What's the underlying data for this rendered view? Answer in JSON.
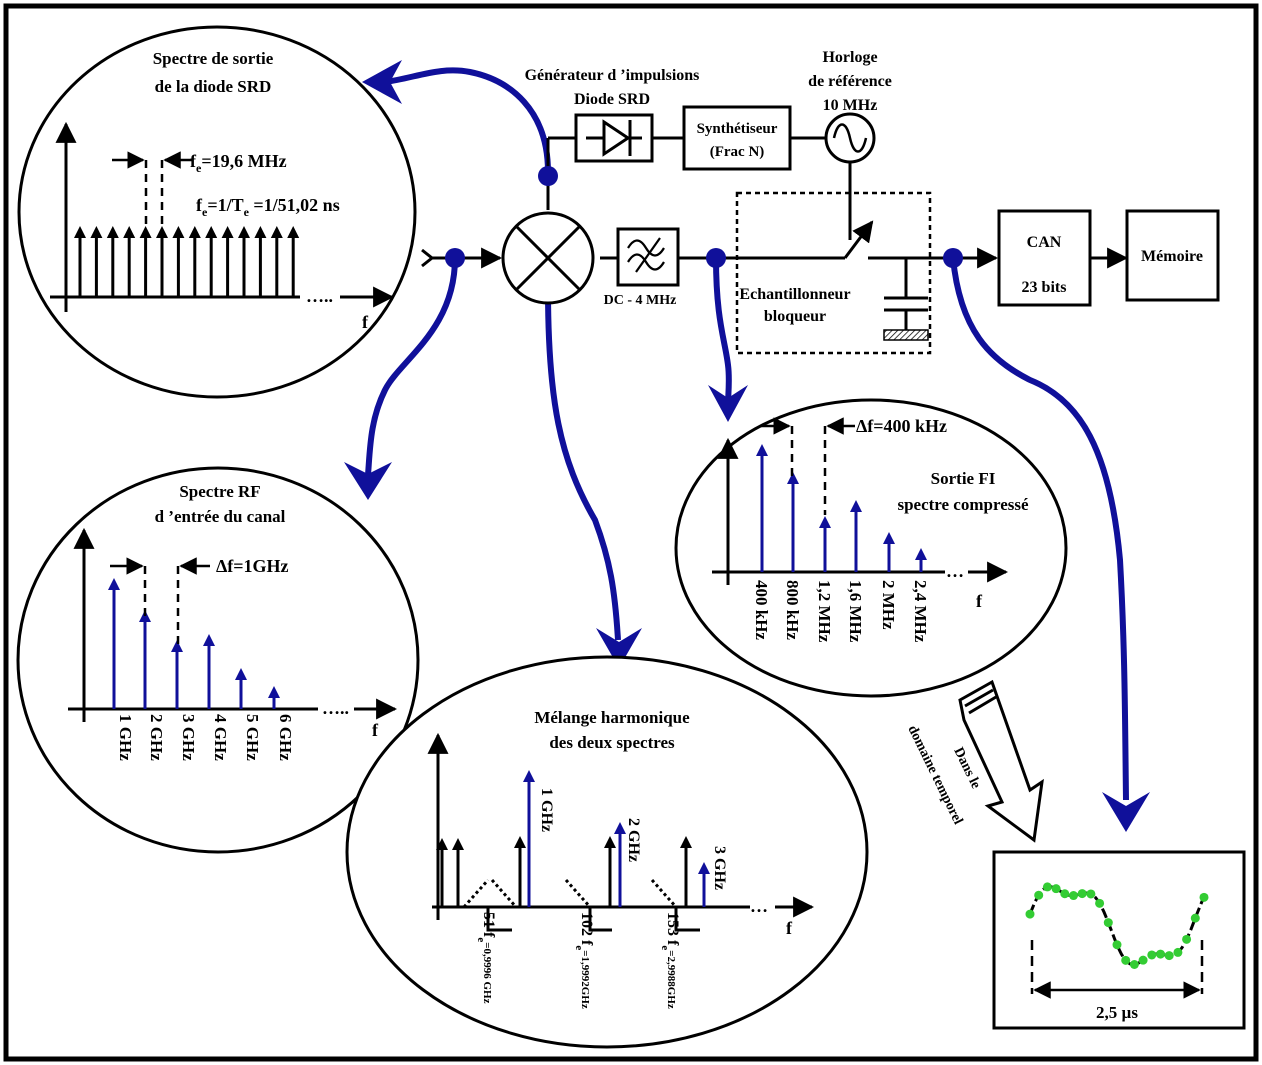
{
  "colors": {
    "ink": "#000000",
    "blue": "#10109a",
    "green": "#33cc33",
    "paper": "#ffffff"
  },
  "srd_spectrum": {
    "title_line1": "Spectre de sortie",
    "title_line2": "de la diode SRD",
    "fe_label": "f",
    "fe_label_sub": "e",
    "fe_value": "=19,6 MHz",
    "period_f": "f",
    "period_f_sub": "e",
    "period_mid": "=1/T",
    "period_t_sub": "e",
    "period_value": " =1/51,02 ns",
    "axis_dots": "…..",
    "axis_f": "f"
  },
  "top_blocks": {
    "pulse_gen_line1": "Générateur d ’impulsions",
    "pulse_gen_line2": "Diode SRD",
    "synth_line1": "Synthétiseur",
    "synth_line2": "(Frac N)",
    "clock_line1": "Horloge",
    "clock_line2": "de référence",
    "clock_line3": "10 MHz"
  },
  "chain": {
    "filter_label": "DC - 4 MHz",
    "sample_hold_line1": "Echantillonneur",
    "sample_hold_line2": "bloqueur",
    "adc_line1": "CAN",
    "adc_line2": "23 bits",
    "memory_label": "Mémoire"
  },
  "rf_spectrum": {
    "title_line1": "Spectre RF",
    "title_line2": "d ’entrée du canal",
    "delta_label": "Δf=1GHz",
    "axis_dots": "…..",
    "axis_f": "f",
    "tick_labels": [
      "1 GHz",
      "2 GHz",
      "3 GHz",
      "4 GHz",
      "5 GHz",
      "6 GHz"
    ]
  },
  "if_spectrum": {
    "delta_label": "Δf=400 kHz",
    "title_line1": "Sortie  FI",
    "title_line2": "spectre compressé",
    "axis_dots": "…",
    "axis_f": "f",
    "tick_labels": [
      "400 kHz",
      "800 kHz",
      "1,2 MHz",
      "1,6 MHz",
      "2 MHz",
      "2,4 MHz"
    ]
  },
  "mixing": {
    "title_line1": "Mélange harmonique",
    "title_line2": "des deux spectres",
    "blue_labels": [
      "1 GHz",
      "2 GHz",
      "3 GHz"
    ],
    "harm_main": [
      "51 f",
      "102 f",
      "153 f"
    ],
    "harm_sub": [
      "e",
      "e",
      "e"
    ],
    "harm_value": [
      "=0,9996 GHz",
      "=1,9992GHz",
      "=2,9988GHz"
    ],
    "axis_dots": "…",
    "axis_f": "f"
  },
  "time_domain": {
    "arrow_line1": "Dans le",
    "arrow_line2": "domaine temporel",
    "duration_label": "2,5 µs"
  }
}
